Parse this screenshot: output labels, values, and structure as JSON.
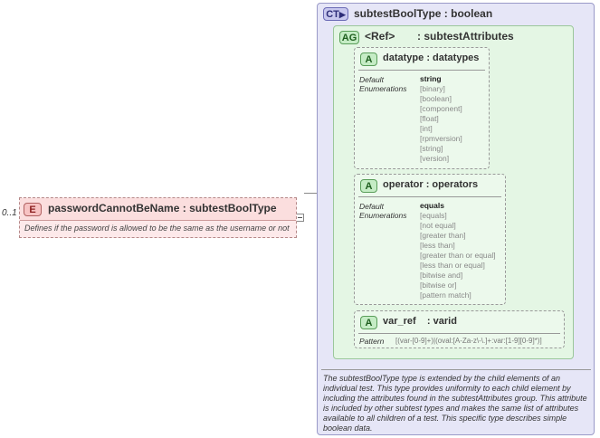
{
  "element": {
    "occurs": "0..1",
    "badge": "E",
    "name": "passwordCannotBeName",
    "type": "subtestBoolType",
    "doc": "Defines if the password is allowed to be the same as the username or not"
  },
  "complex_type": {
    "badge": "CT",
    "name": "subtestBoolType",
    "base": "boolean",
    "doc": "The subtestBoolType type is extended by the child elements of an individual test.  This type provides uniformity to each child element by including the attributes found in the subtestAttributes group.  This attribute is included by other subtest types and makes the same list of attributes available to all children of a test.  This specific type describes simple boolean data."
  },
  "attribute_group": {
    "badge": "AG",
    "ref": "<Ref>",
    "name": ": subtestAttributes"
  },
  "attributes": [
    {
      "badge": "A",
      "name": "datatype",
      "type": "datatypes",
      "default_label": "Default",
      "default_value": "string",
      "enum_label": "Enumerations",
      "enumerations": [
        "[binary]",
        "[boolean]",
        "[component]",
        "[float]",
        "[int]",
        "[rpmversion]",
        "[string]",
        "[version]"
      ]
    },
    {
      "badge": "A",
      "name": "operator",
      "type": "operators",
      "default_label": "Default",
      "default_value": "equals",
      "enum_label": "Enumerations",
      "enumerations": [
        "[equals]",
        "[not equal]",
        "[greater than]",
        "[less than]",
        "[greater than or equal]",
        "[less than or equal]",
        "[bitwise and]",
        "[bitwise or]",
        "[pattern match]"
      ]
    },
    {
      "badge": "A",
      "name": "var_ref",
      "type": "varid",
      "pattern_label": "Pattern",
      "pattern": "[(var-[0-9]+)|(oval:[A-Za-z\\-\\.]+:var:[1-9][0-9]*)]"
    }
  ]
}
